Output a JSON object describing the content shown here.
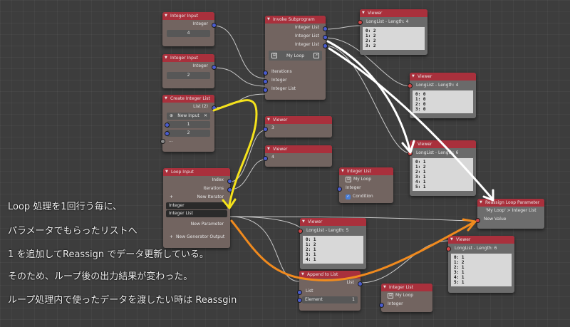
{
  "nodes": {
    "int_input_1": {
      "title": "Integer Input",
      "output": "Integer",
      "value": "4"
    },
    "int_input_2": {
      "title": "Integer Input",
      "output": "Integer",
      "value": "2"
    },
    "create_list": {
      "title": "Create Integer List",
      "output": "List (2)",
      "new_input": "New Input",
      "values": [
        "1",
        "2"
      ],
      "more": "..."
    },
    "invoke": {
      "title": "Invoke Subprogram",
      "outputs": [
        "Integer List",
        "Integer List",
        "Integer List"
      ],
      "program": "My Loop",
      "inputs": [
        "Iterations",
        "Integer",
        "Integer List"
      ]
    },
    "viewer_top": {
      "title": "Viewer",
      "header": "LongList - Length: 4",
      "lines": [
        "0: 2",
        "1: 2",
        "2: 2",
        "3: 2"
      ]
    },
    "viewer_mid": {
      "title": "Viewer",
      "header": "LongList - Length: 4",
      "lines": [
        "0: 0",
        "1: 0",
        "2: 0",
        "3: 0"
      ]
    },
    "viewer_6a": {
      "title": "Viewer",
      "header": "LongList - Length: 6",
      "lines": [
        "0: 1",
        "1: 2",
        "2: 1",
        "3: 1",
        "4: 1",
        "5: 1"
      ]
    },
    "viewer_3": {
      "title": "Viewer",
      "value": "3"
    },
    "viewer_4": {
      "title": "Viewer",
      "value": "4"
    },
    "loop_input": {
      "title": "Loop Input",
      "outputs": [
        "Index",
        "Iterations",
        "New Iterator"
      ],
      "params": [
        "Integer",
        "Integer List"
      ],
      "new_param": "New Parameter",
      "new_gen": "New Generator Output"
    },
    "int_list_right": {
      "title": "Integer List",
      "program": "My Loop",
      "output": "Integer",
      "condition": "Condition"
    },
    "reassign": {
      "title": "Reassign Loop Parameter",
      "target": "'My Loop' > Integer List",
      "input": "New Value"
    },
    "viewer_5": {
      "title": "Viewer",
      "header": "LongList - Length: 5",
      "lines": [
        "0: 1",
        "1: 2",
        "2: 1",
        "3: 1",
        "4: 1"
      ]
    },
    "viewer_6b": {
      "title": "Viewer",
      "header": "LongList - Length: 6",
      "lines": [
        "0: 1",
        "1: 2",
        "2: 1",
        "3: 1",
        "4: 1",
        "5: 1"
      ]
    },
    "append": {
      "title": "Append to List",
      "output": "List",
      "input_list": "List",
      "element_label": "Element",
      "element_value": "1"
    },
    "int_list_bottom": {
      "title": "Integer List",
      "program": "My Loop",
      "output": "Integer"
    }
  },
  "annotation": {
    "lines": [
      "Loop 処理を1回行う毎に、",
      "パラメータでもらったリストへ",
      "1 を追加してReassign でデータ更新している。",
      "そのため、ループ後の出力結果が変わった。",
      "ループ処理内で使ったデータを渡したい時は Reassgin"
    ]
  },
  "colors": {
    "background": "#3d3d3d",
    "node_header": "#a9303c",
    "socket_int": "#4a5cd0",
    "arrow_yellow": "#f5e21b",
    "arrow_orange": "#f08a1e",
    "arrow_white": "#ffffff"
  }
}
